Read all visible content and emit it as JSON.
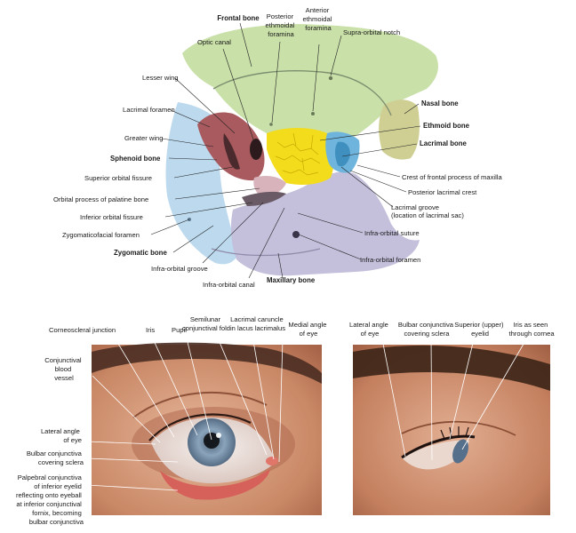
{
  "orbit_labels": {
    "frontal_bone": "Frontal bone",
    "posterior_ethmoidal_foramina": [
      "Posterior",
      "ethmoidal",
      "foramina"
    ],
    "anterior_ethmoidal_foramina": [
      "Anterior",
      "ethmoidal",
      "foramina"
    ],
    "supra_orbital_notch": "Supra-orbital notch",
    "optic_canal": "Optic canal",
    "lesser_wing": "Lesser wing",
    "nasal_bone": "Nasal bone",
    "lacrimal_foramen": "Lacrimal foramen",
    "ethmoid_bone": "Ethmoid bone",
    "greater_wing": "Greater wing",
    "lacrimal_bone": "Lacrimal bone",
    "sphenoid_bone": "Sphenoid bone",
    "crest_frontal_process": "Crest of frontal process of maxilla",
    "superior_orbital_fissure": "Superior orbital fissure",
    "posterior_lacrimal_crest": "Posterior lacrimal crest",
    "orbital_process_palatine": "Orbital process of palatine bone",
    "lacrimal_groove": [
      "Lacrimal groove",
      "(location of lacrimal sac)"
    ],
    "inferior_orbital_fissure": "Inferior orbital fissure",
    "infra_orbital_suture": "Infra-orbital suture",
    "zygomaticofacial_foramen": "Zygomaticofacial foramen",
    "zygomatic_bone": "Zygomatic bone",
    "infra_orbital_foramen": "Infra-orbital foramen",
    "infra_orbital_groove": "Infra-orbital groove",
    "maxillary_bone": "Maxillary bone",
    "infra_orbital_canal": "Infra-orbital canal"
  },
  "eye_labels": {
    "corneoscleral_junction": "Corneoscleral junction",
    "iris": "Iris",
    "pupil": "Pupil",
    "semilunar_fold": [
      "Semilunar",
      "conjunctival fold"
    ],
    "lacrimal_caruncle": [
      "Lacrimal caruncle",
      "in lacus lacrimalus"
    ],
    "medial_angle": [
      "Medial angle",
      "of eye"
    ],
    "conjunctival_vessel": [
      "Conjunctival",
      "blood",
      "vessel"
    ],
    "lateral_angle": [
      "Lateral angle",
      "of eye"
    ],
    "bulbar_conjunctiva": [
      "Bulbar conjunctiva",
      "covering sclera"
    ],
    "palpebral_conjunctiva": [
      "Palpebral conjunctiva",
      "of inferior eyelid",
      "reflecting onto eyeball",
      "at inferior conjunctival",
      "fornix, becoming",
      "bulbar conjunctiva"
    ]
  },
  "side_labels": {
    "lateral_angle": [
      "Lateral angle",
      "of eye"
    ],
    "bulbar_conjunctiva": [
      "Bulbar conjunctiva",
      "covering sclera"
    ],
    "superior_eyelid": [
      "Superior (upper)",
      "eyelid"
    ],
    "iris_cornea": [
      "Iris as seen",
      "through cornea"
    ]
  },
  "colors": {
    "frontal": "#c9e0a8",
    "sphenoid": "#a85a5e",
    "zygomatic": "#bcd9ee",
    "maxillary": "#c4c0dc",
    "ethmoid": "#f2dc1c",
    "lacrimal": "#6fb4dc",
    "nasal": "#cfcf94",
    "palatine": "#d8b3bc",
    "skin": "#d69a7e",
    "iris": "#7f9ab2"
  }
}
